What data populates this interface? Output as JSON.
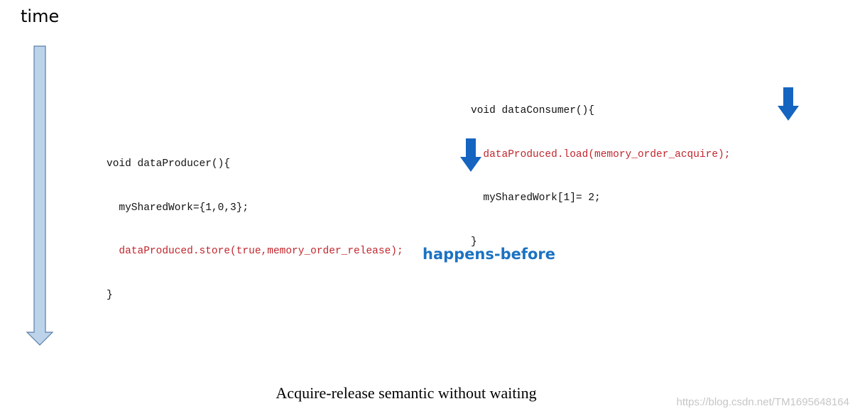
{
  "time_label": "time",
  "producer": {
    "lines": [
      {
        "text": "void dataProducer(){",
        "highlight": false
      },
      {
        "text": "  mySharedWork={1,0,3};",
        "highlight": false
      },
      {
        "text": "  dataProduced.store(true,memory_order_release);",
        "highlight": true
      },
      {
        "text": "}",
        "highlight": false
      }
    ]
  },
  "consumer": {
    "lines": [
      {
        "text": "void dataConsumer(){",
        "highlight": false
      },
      {
        "text": "  dataProduced.load(memory_order_acquire);",
        "highlight": true
      },
      {
        "text": "  mySharedWork[1]= 2;",
        "highlight": false
      },
      {
        "text": "}",
        "highlight": false
      }
    ]
  },
  "happens_before_label": "happens-before",
  "caption": "Acquire-release semantic without waiting",
  "watermark": "https://blog.csdn.net/TM1695648164",
  "colors": {
    "time_arrow_fill": "#bcd3ea",
    "time_arrow_stroke": "#5a7fa6",
    "down_arrow": "#1565c0",
    "highlight_code": "#c0262d",
    "happens_before": "#1c72c2"
  }
}
